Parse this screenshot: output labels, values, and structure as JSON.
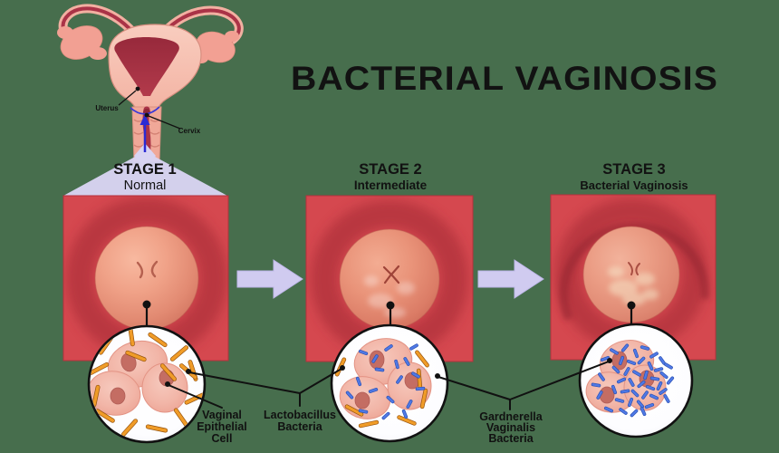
{
  "title": "BACTERIAL VAGINOSIS",
  "anatomy": {
    "uterus": "Uterus",
    "cervix": "Cervix"
  },
  "stages": [
    {
      "name": "STAGE 1",
      "subtitle": "Normal"
    },
    {
      "name": "STAGE 2",
      "subtitle": "Intermediate"
    },
    {
      "name": "STAGE 3",
      "subtitle": "Bacterial Vaginosis"
    }
  ],
  "legend": {
    "epithelial": [
      "Vaginal",
      "Epithelial",
      "Cell"
    ],
    "lactobacillus": [
      "Lactobacillus",
      "Bacteria"
    ],
    "gardnerella": [
      "Gardnerella",
      "Vaginalis",
      "Bacteria"
    ]
  },
  "colors": {
    "background": "#476e4d",
    "square_red": "#d5484f",
    "cervix_pink": "#ee9a81",
    "funnel_lavender": "#d8d4f2",
    "arrow_lavender": "#d0cbf0",
    "epithelial_cell": "#f3bdb0",
    "lactobacillus_rod": "#f09c28",
    "gardnerella_rod": "#4f79e6",
    "label_text": "#111111"
  }
}
